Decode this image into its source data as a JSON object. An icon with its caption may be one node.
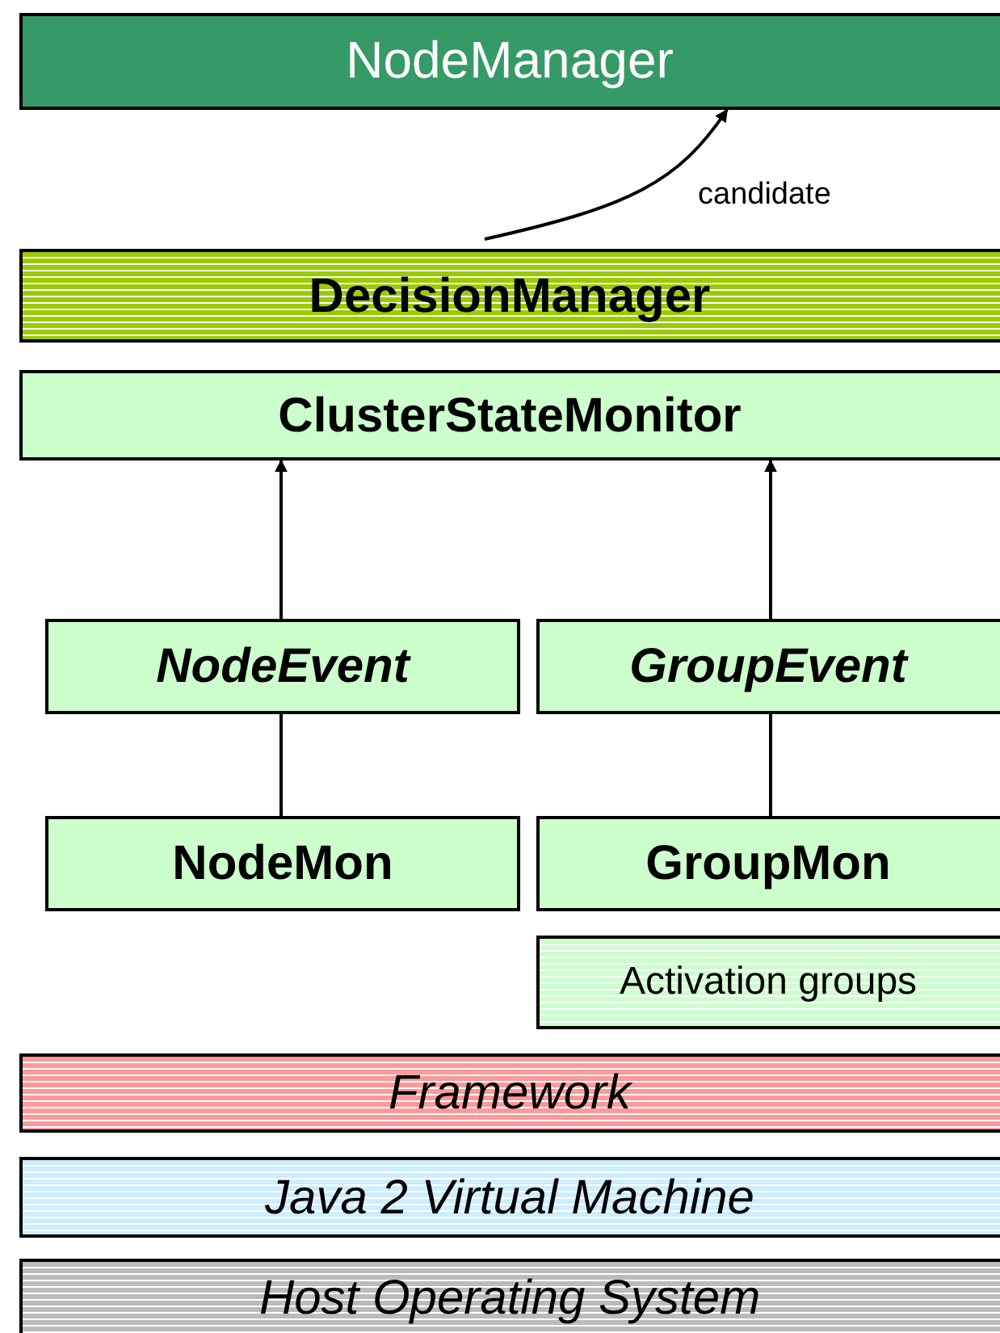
{
  "diagram": {
    "nodes": [
      {
        "text": [
          "NodeManager"
        ]
      },
      {
        "text": [
          "DecisionManager"
        ]
      },
      {
        "text": [
          "ClusterStateMonitor"
        ]
      },
      {
        "text": [
          "NodeEvent"
        ]
      },
      {
        "text": [
          "GroupEvent"
        ]
      },
      {
        "text": [
          "NodeMon"
        ]
      },
      {
        "text": [
          "GroupMon"
        ]
      },
      {
        "text": [
          "Activation groups"
        ]
      },
      {
        "text": [
          "Framework"
        ]
      },
      {
        "text": [
          "Java 2 Virtual Machine"
        ]
      },
      {
        "text": [
          "Host Operating System"
        ]
      }
    ],
    "edges": [
      {
        "from": 1,
        "to": 0,
        "arrow": "to",
        "label": "candidate"
      },
      {
        "from": 3,
        "to": 2,
        "arrow": "to"
      },
      {
        "from": 4,
        "to": 2,
        "arrow": "to"
      },
      {
        "from": 5,
        "to": 3,
        "arrow": "none"
      },
      {
        "from": 6,
        "to": 4,
        "arrow": "none"
      }
    ]
  }
}
